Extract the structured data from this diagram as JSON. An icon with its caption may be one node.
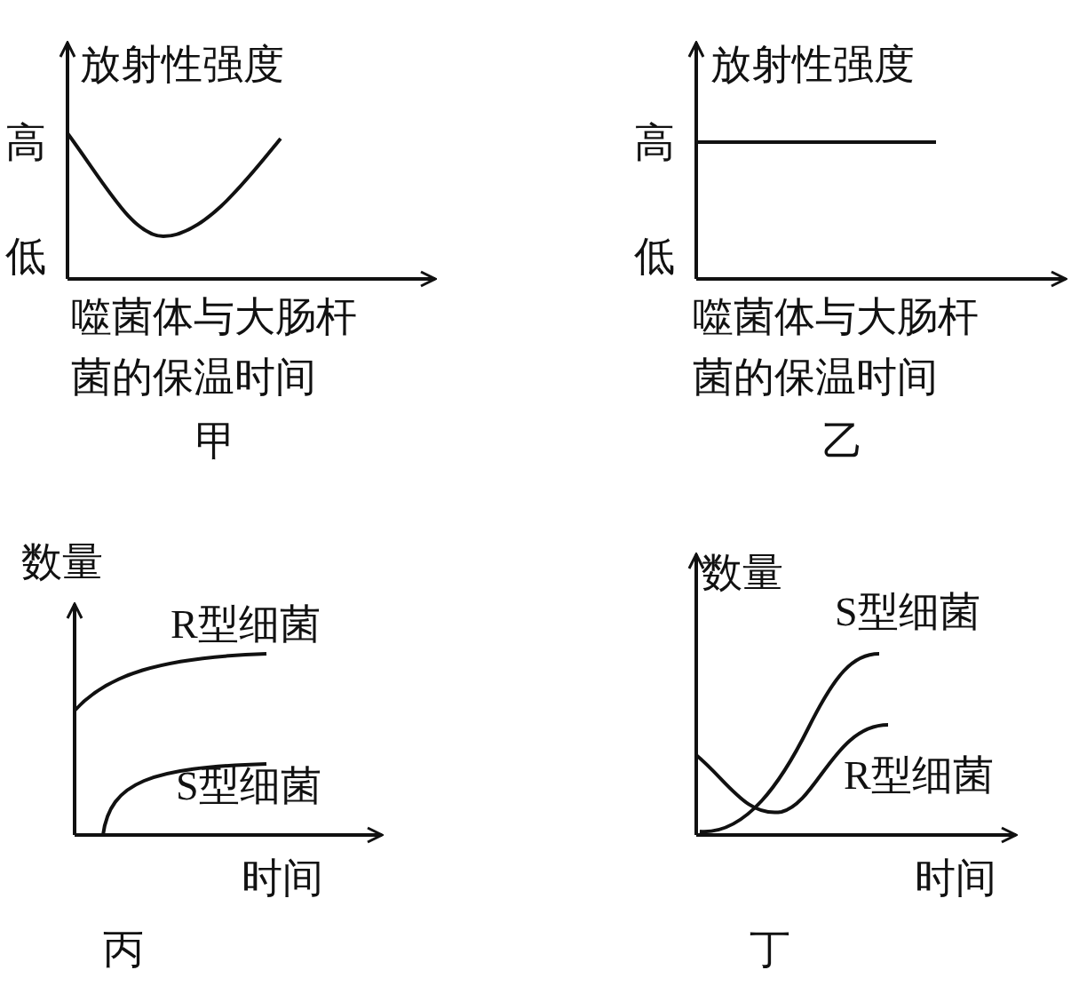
{
  "diagram": {
    "labels": [
      "放射性强度",
      "高",
      "低",
      "噬菌体与大肠杆菌的保温时间",
      "甲",
      "放射性强度",
      "高",
      "低",
      "噬菌体与大肠杆菌的保温时间",
      "乙",
      "数量",
      "R型细菌",
      "S型细菌",
      "时间",
      "丙",
      "数量",
      "S型细菌",
      "R型细菌",
      "时间",
      "丁"
    ]
  }
}
